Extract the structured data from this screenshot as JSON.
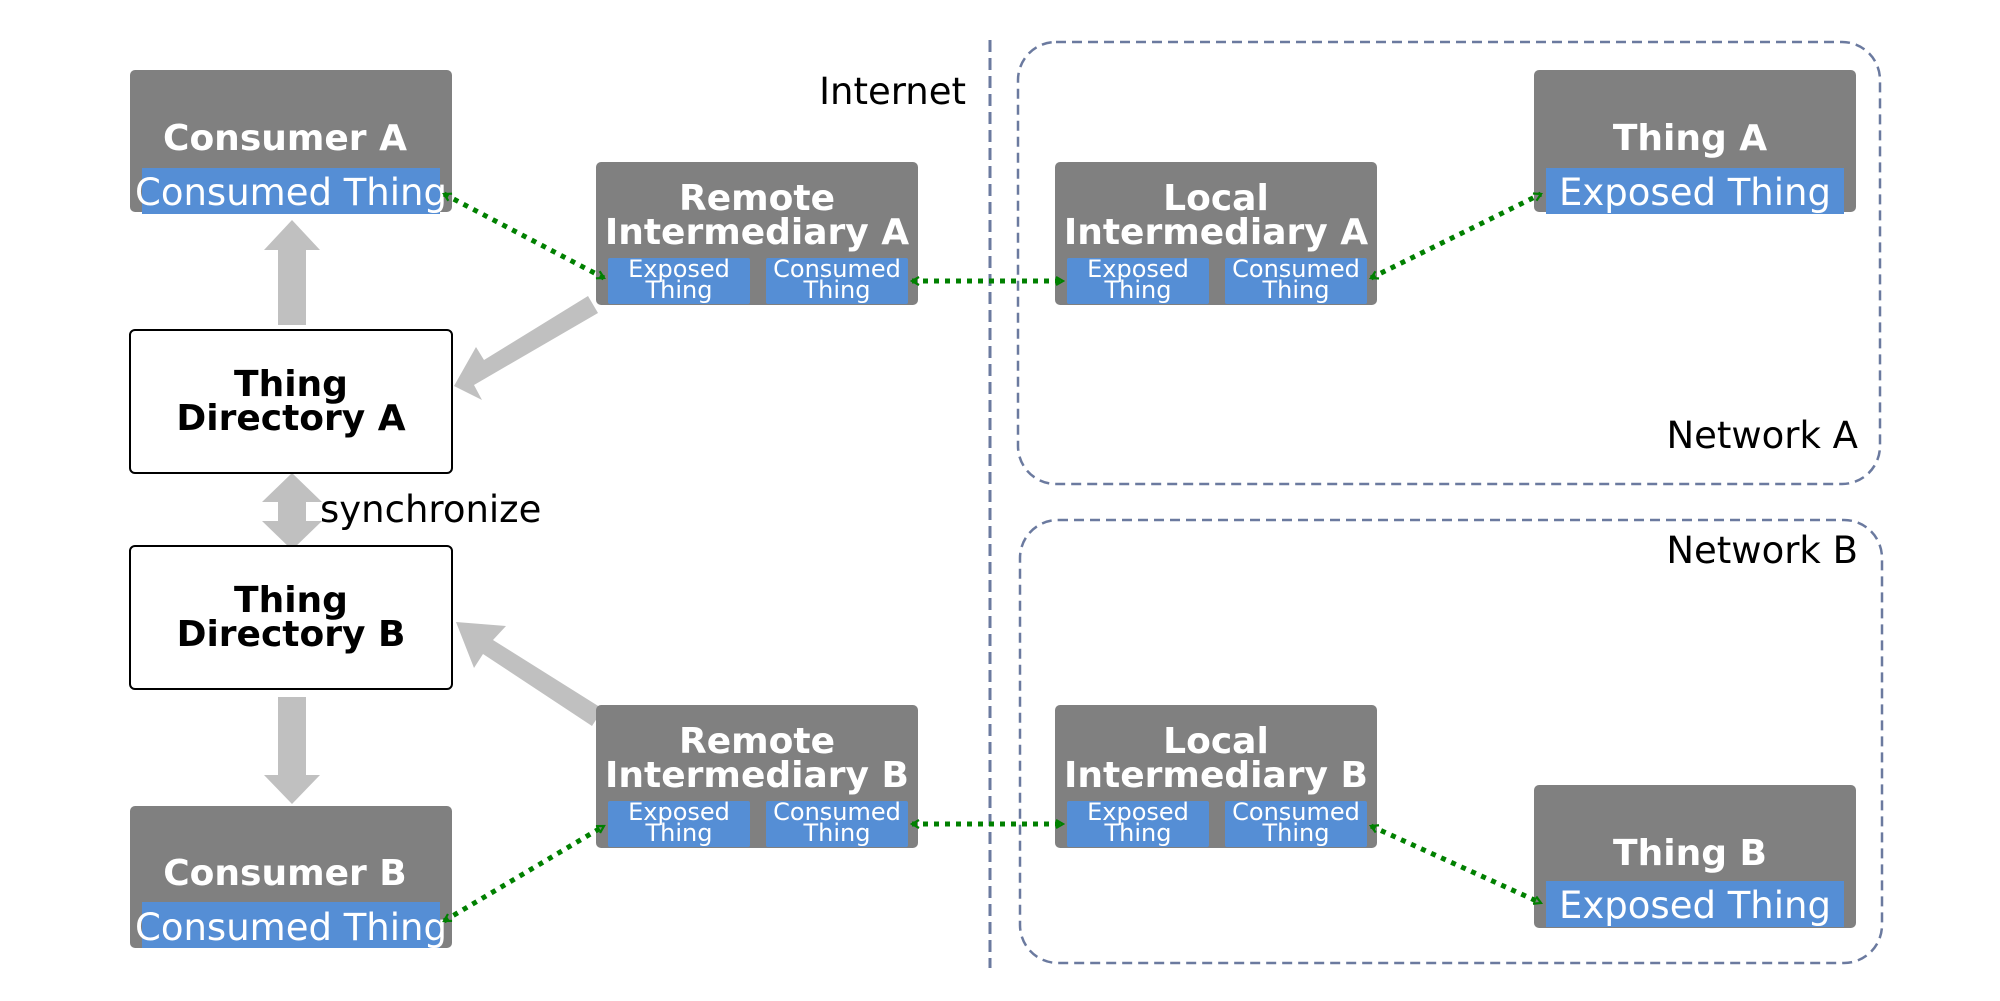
{
  "labels": {
    "internet": "Internet",
    "network_a": "Network A",
    "network_b": "Network B",
    "synchronize": "synchronize"
  },
  "consumer_a": {
    "title": "Consumer A",
    "sub": "Consumed Thing"
  },
  "consumer_b": {
    "title": "Consumer B",
    "sub": "Consumed Thing"
  },
  "directory_a": {
    "line1": "Thing",
    "line2": "Directory A"
  },
  "directory_b": {
    "line1": "Thing",
    "line2": "Directory B"
  },
  "remote_a": {
    "line1": "Remote",
    "line2": "Intermediary A",
    "left1": "Exposed",
    "left2": "Thing",
    "right1": "Consumed",
    "right2": "Thing"
  },
  "remote_b": {
    "line1": "Remote",
    "line2": "Intermediary B",
    "left1": "Exposed",
    "left2": "Thing",
    "right1": "Consumed",
    "right2": "Thing"
  },
  "local_a": {
    "line1": "Local",
    "line2": "Intermediary A",
    "left1": "Exposed",
    "left2": "Thing",
    "right1": "Consumed",
    "right2": "Thing"
  },
  "local_b": {
    "line1": "Local",
    "line2": "Intermediary B",
    "left1": "Exposed",
    "left2": "Thing",
    "right1": "Consumed",
    "right2": "Thing"
  },
  "thing_a": {
    "title": "Thing A",
    "sub": "Exposed Thing"
  },
  "thing_b": {
    "title": "Thing B",
    "sub": "Exposed Thing"
  },
  "colors": {
    "box_gray": "#808080",
    "sub_blue": "#558ed5",
    "arrow_gray": "#c0c0c0",
    "link_green": "#008000",
    "dashed_border": "#6b7a9f"
  }
}
